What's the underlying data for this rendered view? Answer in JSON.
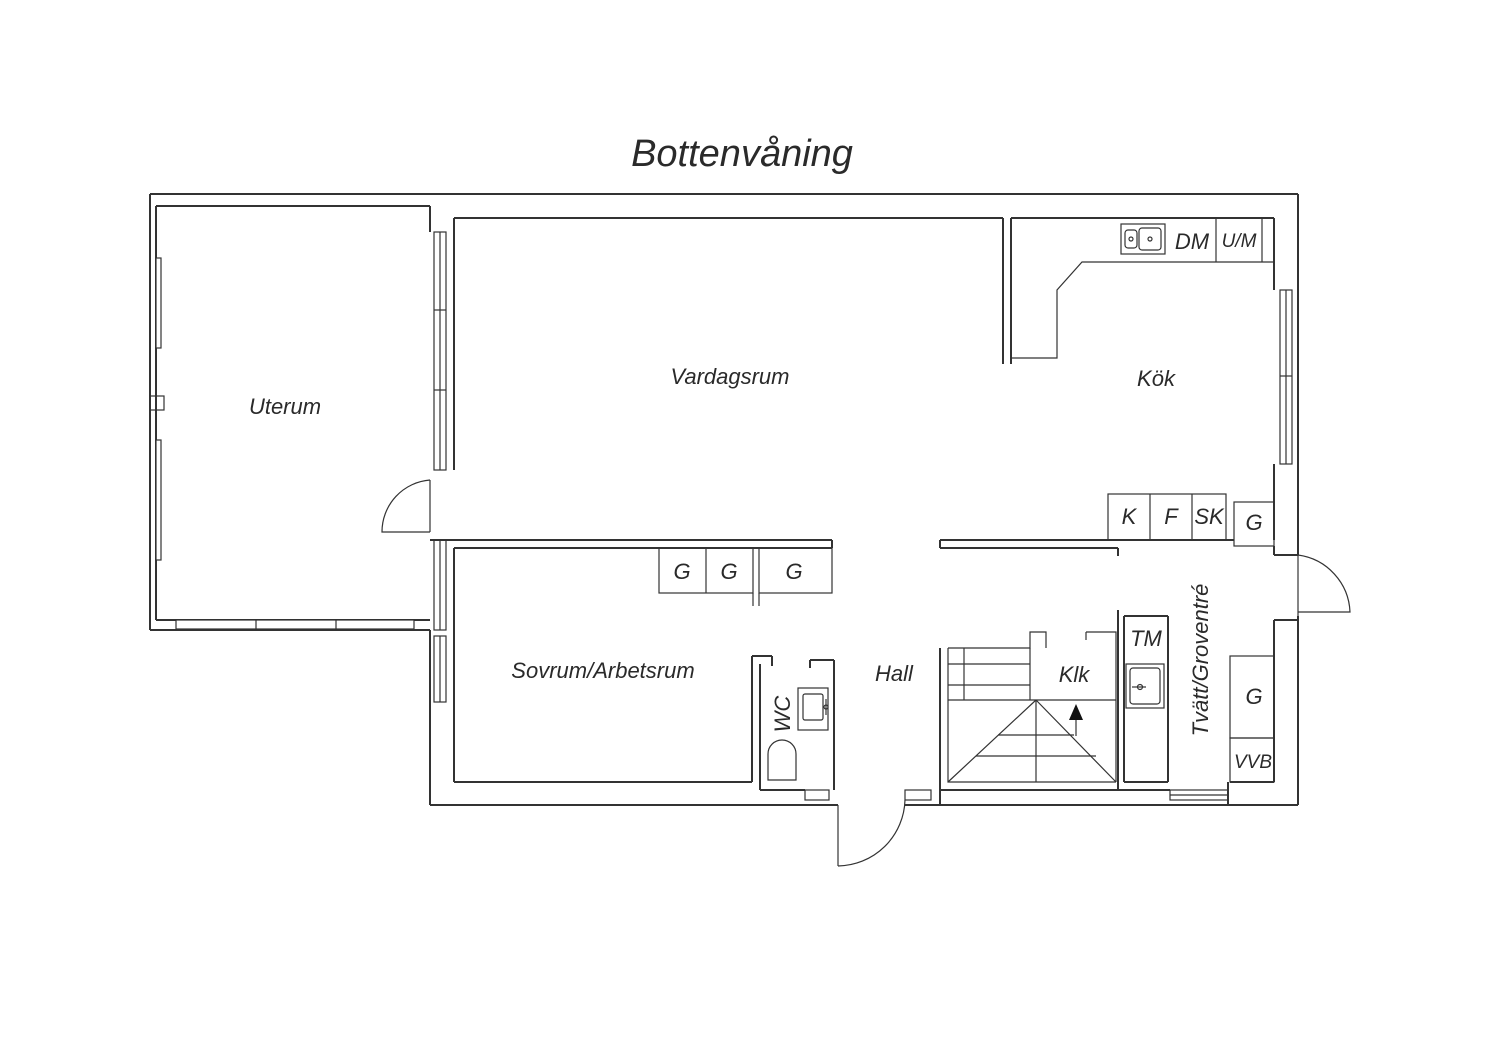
{
  "title": "Bottenvåning",
  "rooms": {
    "uterum": "Uterum",
    "vardagsrum": "Vardagsrum",
    "kok": "Kök",
    "sovrum": "Sovrum/Arbetsrum",
    "hall": "Hall",
    "wc": "WC",
    "klk": "Klk",
    "tvatt": "Tvätt/Groventré"
  },
  "fixtures": {
    "dm": "DM",
    "um": "U/M",
    "k": "K",
    "f": "F",
    "sk": "SK",
    "g": "G",
    "tm": "TM",
    "vvb": "VVB"
  },
  "icons": [
    "sink-icon",
    "toilet-icon",
    "stair-arrow-icon",
    "door-swing-icon"
  ],
  "colors": {
    "line": "#333333",
    "background": "#ffffff"
  }
}
